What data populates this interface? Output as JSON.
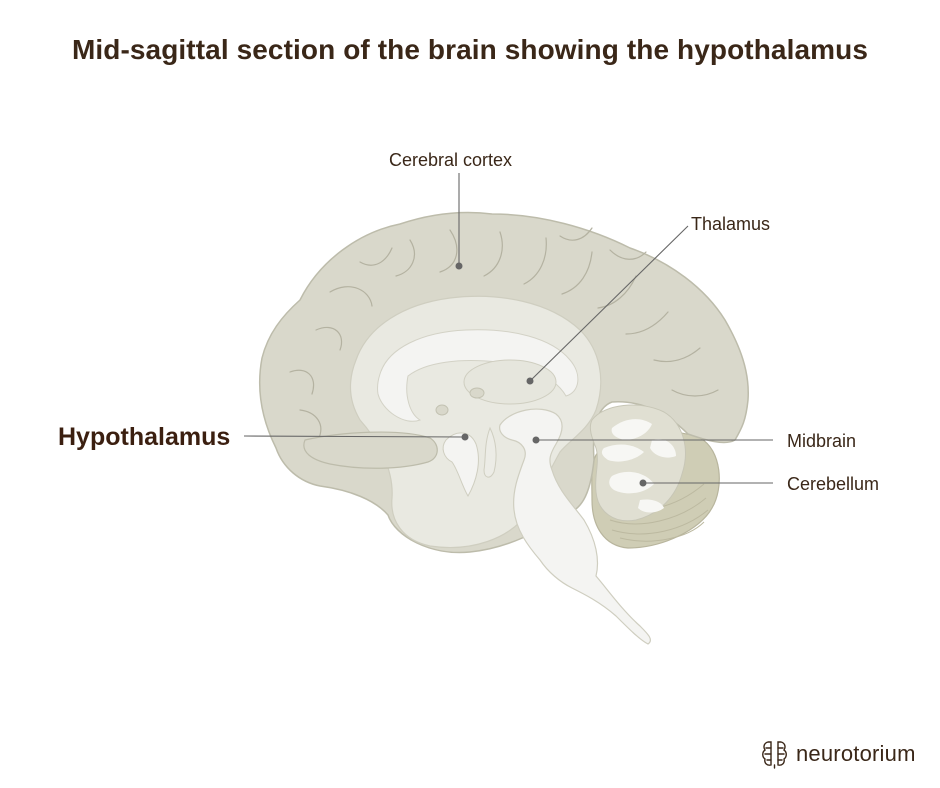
{
  "title": "Mid-sagittal section of the brain showing the hypothalamus",
  "labels": {
    "cerebral_cortex": "Cerebral cortex",
    "thalamus": "Thalamus",
    "hypothalamus": "Hypothalamus",
    "midbrain": "Midbrain",
    "cerebellum": "Cerebellum"
  },
  "logo": {
    "text": "neurotorium",
    "icon": "brain-circuit-icon"
  },
  "colors": {
    "cortex": "#d9d8cb",
    "inner": "#e9e9e1",
    "structure": "#f4f4f2",
    "cerebellum": "#cfcdb5",
    "text": "#3a2718",
    "pointer": "#666666"
  }
}
